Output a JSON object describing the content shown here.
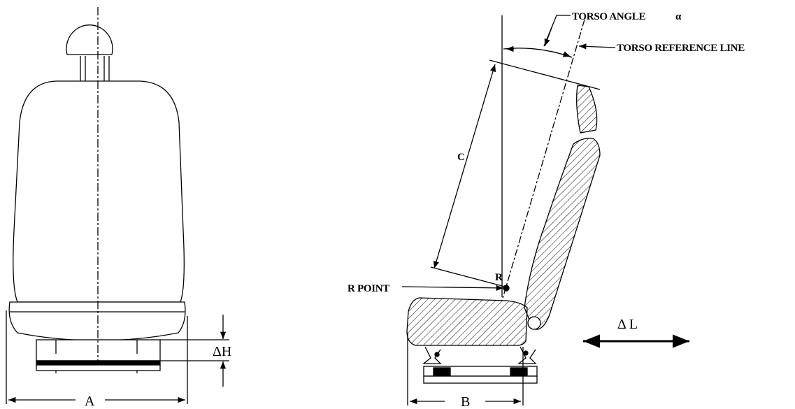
{
  "front_view": {
    "dim_width_label": "A",
    "dim_height_label": "ΔH"
  },
  "side_view": {
    "torso_angle_label": "TORSO ANGLE",
    "torso_angle_symbol": "α",
    "torso_reference_line_label": "TORSO REFERENCE LINE",
    "torso_length_label": "C",
    "r_marker_label": "R",
    "r_point_label": "R POINT",
    "dim_depth_label": "B",
    "fore_aft_label": "Δ L"
  },
  "colors": {
    "line": "#000000",
    "background": "#ffffff"
  }
}
